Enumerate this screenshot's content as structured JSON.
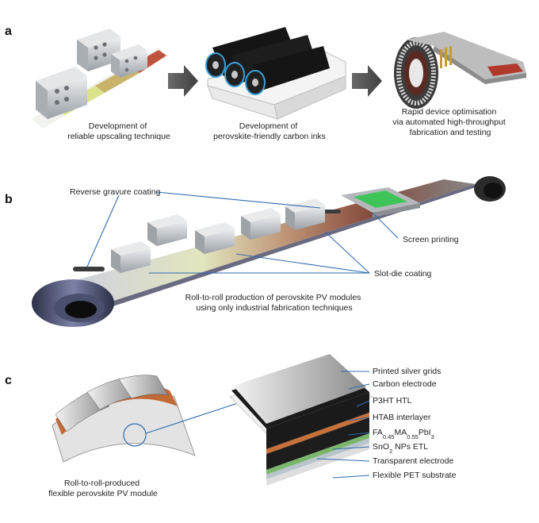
{
  "panels": {
    "a": {
      "letter": "a",
      "captions": [
        [
          "Development of",
          "reliable upscaling technique"
        ],
        [
          "Development of",
          "perovskite-friendly carbon inks"
        ],
        [
          "Rapid device optimisation",
          "via automated high-throughput",
          "fabrication and testing"
        ]
      ]
    },
    "b": {
      "letter": "b",
      "labels": {
        "reverse_gravure": "Reverse gravure coating",
        "screen_printing": "Screen printing",
        "slot_die": "Slot-die coating"
      },
      "caption": [
        "Roll-to-roll production of perovskite PV modules",
        "using only industrial fabrication techniques"
      ]
    },
    "c": {
      "letter": "c",
      "caption": [
        "Roll-to-roll-produced",
        "flexible perovskite PV module"
      ],
      "layers": [
        {
          "pre": "Printed silver grids"
        },
        {
          "pre": "Carbon electrode"
        },
        {
          "pre": "P3HT HTL"
        },
        {
          "pre": "HTAB interlayer"
        },
        {
          "pre": "FA",
          "s1": "0.45",
          "mid": "MA",
          "s2": "0.55",
          "post": "PbI",
          "s3": "3"
        },
        {
          "pre": "SnO",
          "s1": "2",
          "post": " NPs ETL"
        },
        {
          "pre": "Transparent electrode"
        },
        {
          "pre": "Flexible PET substrate"
        }
      ]
    }
  },
  "colors": {
    "leader": "#2f6bb0",
    "arrow": "#5a5a5a",
    "carbon": "#1c1c1c",
    "copper": "#c8703a",
    "film_green": "#b6cc4a",
    "film_red": "#8a3a2e",
    "steel": "#c9cdd1"
  }
}
